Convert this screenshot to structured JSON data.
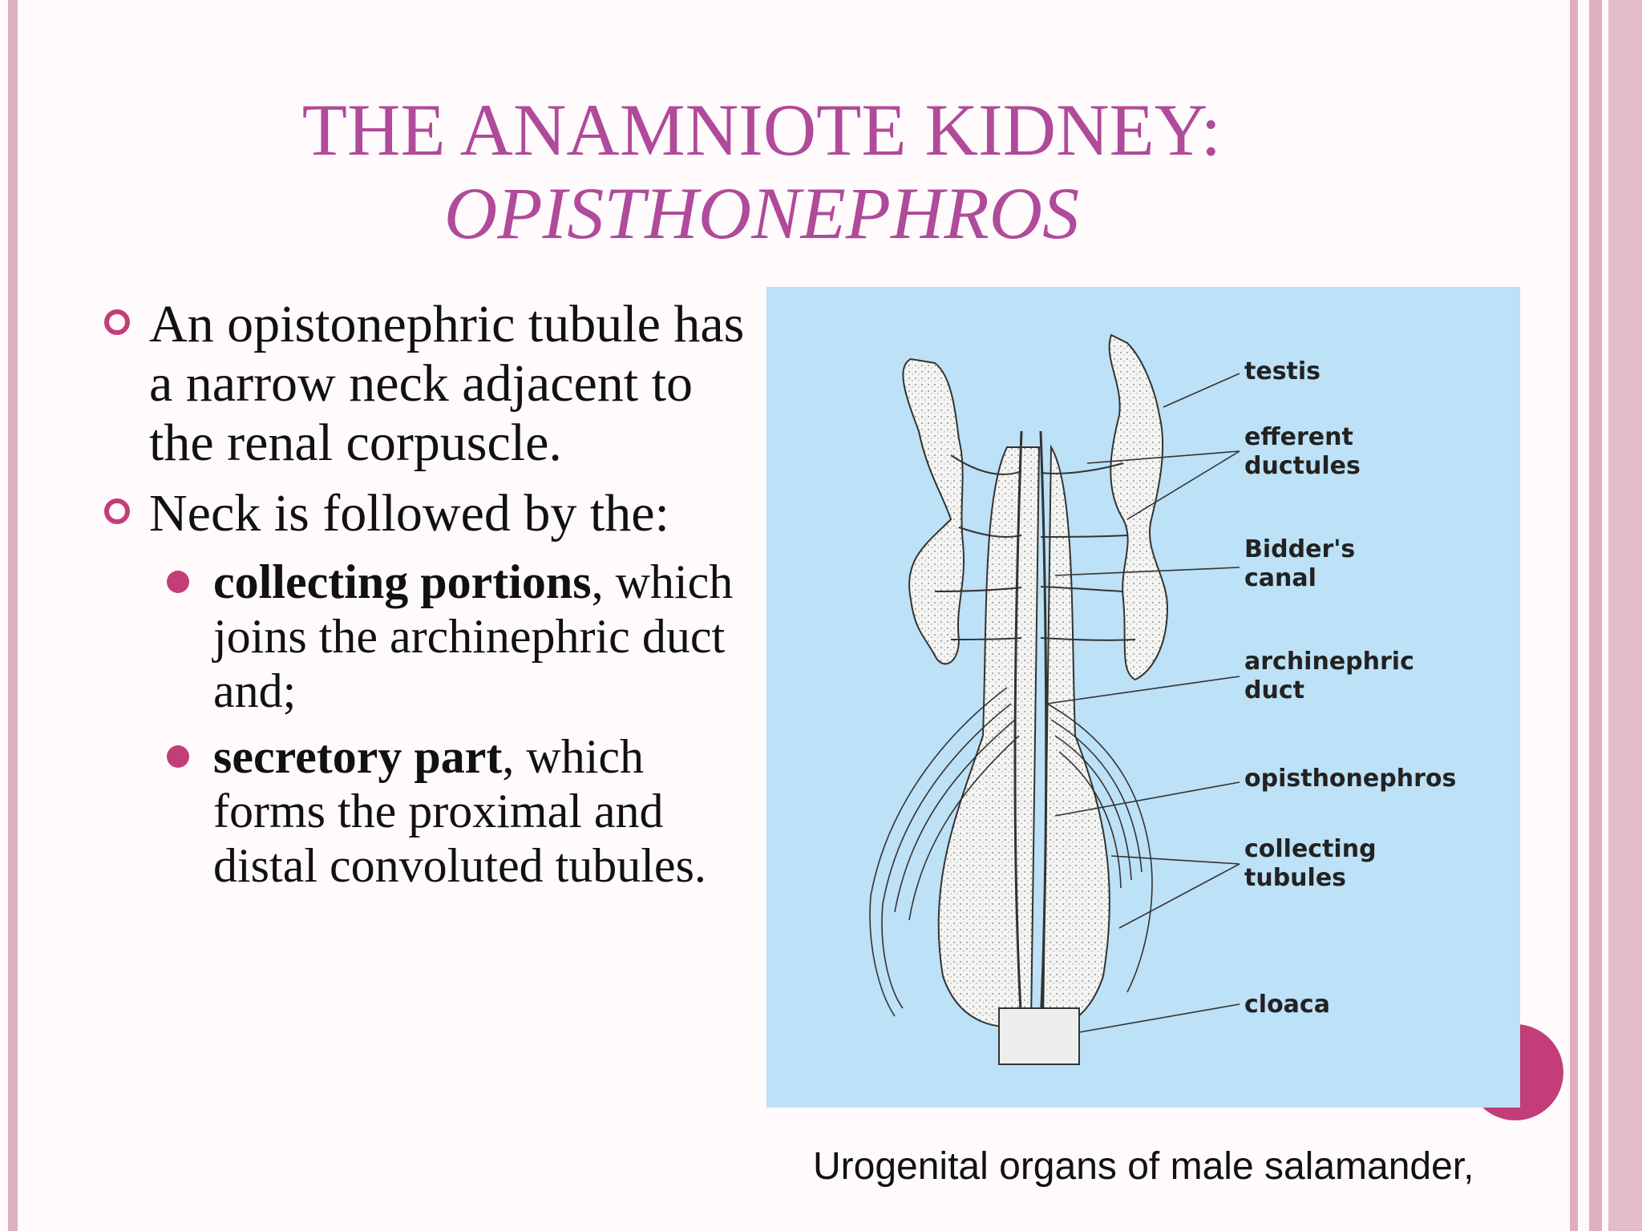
{
  "title": {
    "line1": "THE ANAMNIOTE KIDNEY:",
    "line2": "OPISTHONEPHROS"
  },
  "bullets": [
    {
      "text": "An opistonephric tubule has a narrow neck adjacent to the renal corpuscle."
    },
    {
      "text": "Neck is followed by the:"
    }
  ],
  "subbullets": [
    {
      "bold": "collecting portions",
      "rest": ", which joins the archinephric duct and;"
    },
    {
      "bold": "secretory part",
      "rest": ", which forms the proximal and distal convoluted tubules."
    }
  ],
  "figure": {
    "labels": {
      "testis": "testis",
      "efferent_1": "efferent",
      "efferent_2": "ductules",
      "bidder_1": "Bidder's",
      "bidder_2": "canal",
      "archinephric_1": "archinephric",
      "archinephric_2": "duct",
      "opisthonephros": "opisthonephros",
      "collecting_1": "collecting",
      "collecting_2": "tubules",
      "cloaca": "cloaca"
    }
  },
  "caption": "Urogenital organs of male salamander,",
  "colors": {
    "title": "#b04a9a",
    "accent": "#c33d78",
    "figure_bg": "#bde1f6",
    "border": "#dcb0c2"
  }
}
